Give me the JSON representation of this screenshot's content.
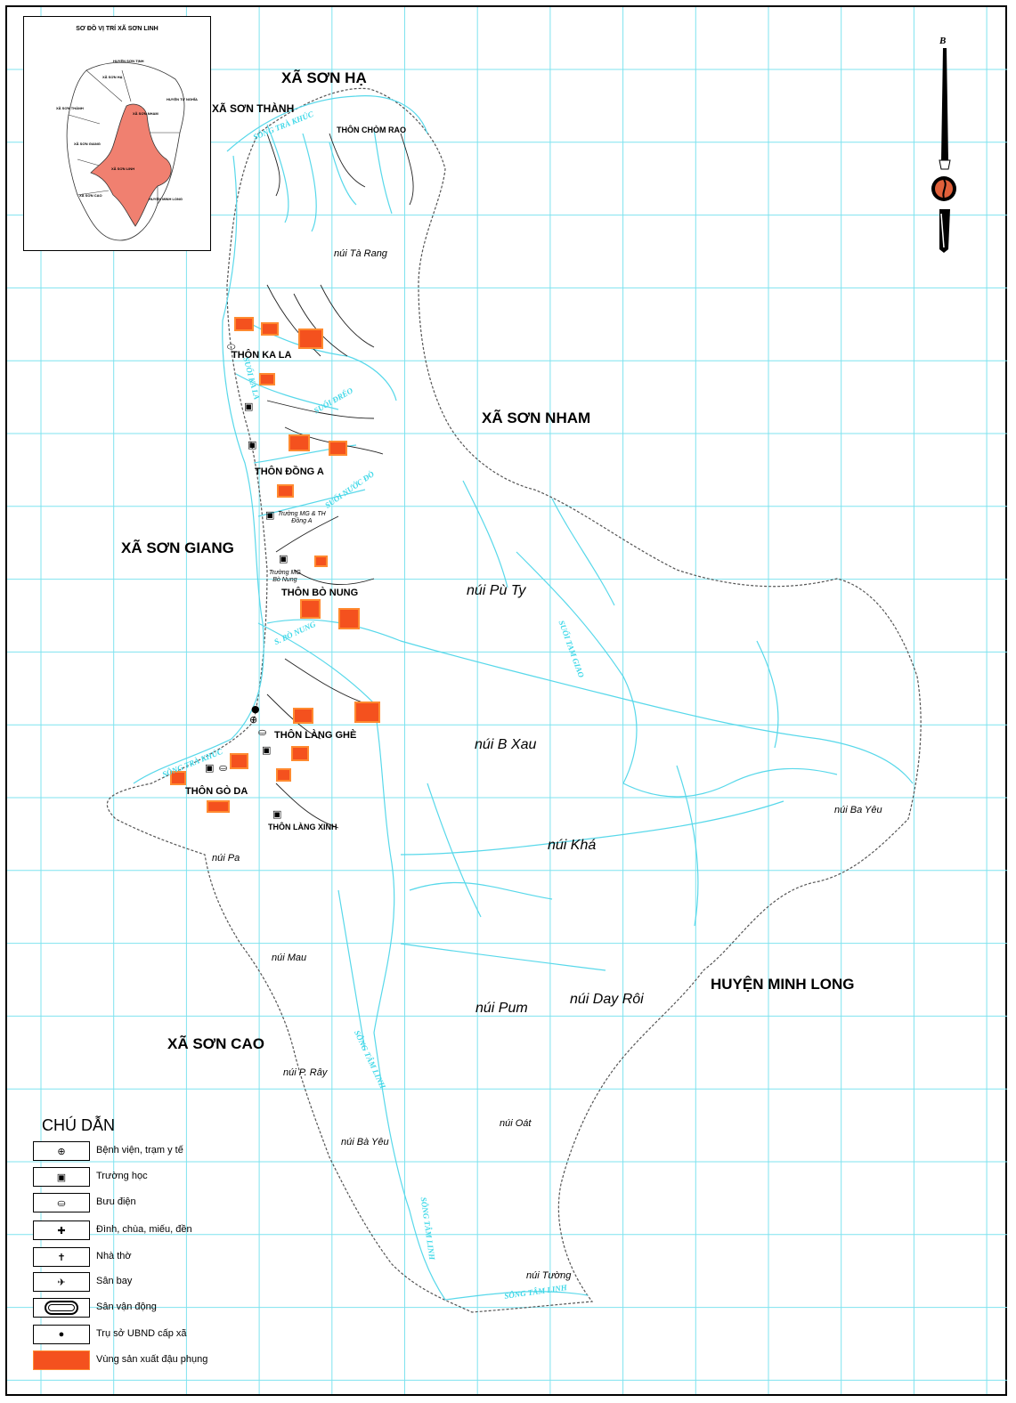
{
  "inset": {
    "title": "SƠ ĐỒ VỊ TRÍ XÃ SƠN LINH",
    "labels": {
      "huyen_son_tinh": "HUYỆN SƠN TỊNH",
      "xa_son_ha": "XÃ SƠN HẠ",
      "huyen_tu_nghia": "HUYỆN TƯ NGHĨA",
      "xa_son_thanh": "XÃ SƠN THÀNH",
      "xa_son_nham": "XÃ SƠN NHAM",
      "xa_son_giang": "XÃ SƠN GIANG",
      "xa_son_linh": "XÃ SƠN LINH",
      "xa_son_cao": "XÃ SƠN CAO",
      "huyen_minh_long": "HUYỆN MINH LONG"
    },
    "highlight_color": "#f08070"
  },
  "communes": {
    "son_ha": "XÃ SƠN HẠ",
    "son_thanh": "XÃ SƠN THÀNH",
    "son_nham": "XÃ SƠN NHAM",
    "son_giang": "XÃ SƠN GIANG",
    "son_cao": "XÃ SƠN CAO",
    "minh_long": "HUYỆN MINH LONG"
  },
  "hamlets": {
    "chom_rao": "THÔN CHÒM RAO",
    "ka_la": "THÔN KA LA",
    "dong_a": "THÔN ĐỒNG A",
    "bo_nung": "THÔN BÒ NUNG",
    "lang_ghe": "THÔN LÀNG GHÈ",
    "go_da": "THÔN GÒ DA",
    "lang_xinh": "THÔN LÀNG XINH"
  },
  "schools": {
    "dong_a": [
      "Trường MG & TH",
      "Đồng A"
    ],
    "bo_nung": [
      "Trường MG",
      "Bò Nung"
    ]
  },
  "mountains": {
    "ta_rang": "núi Tà Rang",
    "pu_ty": "núi Pù Ty",
    "b_xau": "núi B Xau",
    "kha": "núi Khá",
    "ba_yeu_e": "núi Ba Yêu",
    "pa": "núi Pa",
    "mau": "núi Mau",
    "pum": "núi Pum",
    "day_roi": "núi Day Rôi",
    "p_ray": "núi P. Rây",
    "oat": "núi Oát",
    "ba_yeu_s": "núi Bà Yêu",
    "tuong": "núi Tường"
  },
  "rivers": {
    "tra_khuc_n": "SÔNG TRÀ KHÚC",
    "tra_khuc_s": "SÔNG TRÀ KHÚC",
    "ka_la": "SUỐI KA LA",
    "doc": "SUỐI ĐRÉO",
    "dong_a": "SUỐI NƯỚC ĐỎ",
    "bo_nung": "S. BÒ NUNG",
    "tam_giao": "SUỐI TAM GIAO",
    "tam_linh_1": "SÔNG TÂM LINH",
    "tam_linh_2": "SÔNG TÂM LINH",
    "tam_linh_3": "SÔNG TÂM LINH"
  },
  "compass": {
    "north_letter": "B"
  },
  "legend": {
    "title": "CHÚ DẪN",
    "items": [
      {
        "icon": "hospital-icon",
        "symbol": "⊕",
        "label": "Bệnh viện, trạm y tế"
      },
      {
        "icon": "school-icon",
        "symbol": "▣",
        "label": "Trường học"
      },
      {
        "icon": "post-office-icon",
        "symbol": "⛀",
        "label": "Bưu điện"
      },
      {
        "icon": "temple-icon",
        "symbol": "✚",
        "label": "Đình, chùa, miếu, đền"
      },
      {
        "icon": "church-icon",
        "symbol": "✝",
        "label": "Nhà thờ"
      },
      {
        "icon": "airport-icon",
        "symbol": "✈",
        "label": "Sân bay"
      },
      {
        "icon": "stadium-icon",
        "symbol": "",
        "label": "Sân vận động"
      },
      {
        "icon": "ubnd-icon",
        "symbol": "●",
        "label": "Trụ sở UBND cấp xã"
      },
      {
        "icon": "peanut-area-icon",
        "symbol": "",
        "label": "Vùng sản xuất đậu phụng"
      }
    ]
  },
  "colors": {
    "grid": "#7fe3ef",
    "river": "#58d8ea",
    "boundary": "#555555",
    "peanut_fill": "#f4511e",
    "peanut_stroke": "#ff8a30"
  }
}
